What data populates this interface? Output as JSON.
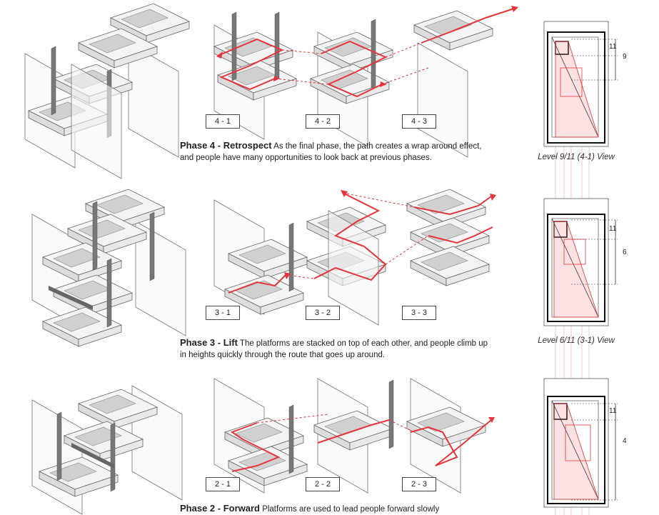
{
  "phases": [
    {
      "title": "Phase 4 - Retrospect",
      "text": "As the final phase, the path creates a wrap around effect, and people have many opportunities to look back at previous phases.",
      "labels": [
        "4 - 1",
        "4 - 2",
        "4 - 3"
      ],
      "view": "Level 9/11 (4-1) View",
      "dims": [
        "11",
        "9"
      ]
    },
    {
      "title": "Phase 3 - Lift",
      "text": "The platforms are stacked on top of each other, and people climb up in heights quickly through the route that goes up around.",
      "labels": [
        "3 - 1",
        "3 - 2",
        "3 - 3"
      ],
      "view": "Level 6/11 (3-1) View",
      "dims": [
        "11",
        "6"
      ]
    },
    {
      "title": "Phase 2 - Forward",
      "text": "Platforms are used to lead people forward slowly",
      "labels": [
        "2 - 1",
        "2 - 2",
        "2 - 3"
      ],
      "dims": [
        "11",
        "4"
      ]
    }
  ],
  "colors": {
    "path": "#e8343a",
    "line": "#555555",
    "fill": "#dcdcdc",
    "panel": "#f4f4f4"
  }
}
